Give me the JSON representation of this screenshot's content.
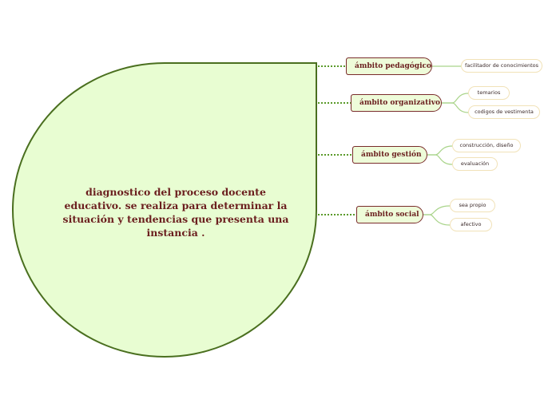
{
  "central_topic": {
    "text": "diagnostico del proceso docente educativo. se realiza para determinar la situación y tendencias que presenta una instancia ."
  },
  "branches": [
    {
      "label": "ámbito pedagógico",
      "children": [
        "facilitador de conocimientos"
      ]
    },
    {
      "label": "ámbito organizativo",
      "children": [
        "temarios",
        "codigos de vestimenta"
      ]
    },
    {
      "label": "ámbito gestión",
      "children": [
        "construcción, diseño",
        "evaluación"
      ]
    },
    {
      "label": "ámbito social",
      "children": [
        "sea propio",
        "afectivo"
      ]
    }
  ],
  "colors": {
    "central_fill": "#e8fdd2",
    "central_border": "#4a6f1f",
    "branch_border": "#7a2c2c",
    "text": "#6b1f1f",
    "connector": "#5a9a2a"
  }
}
